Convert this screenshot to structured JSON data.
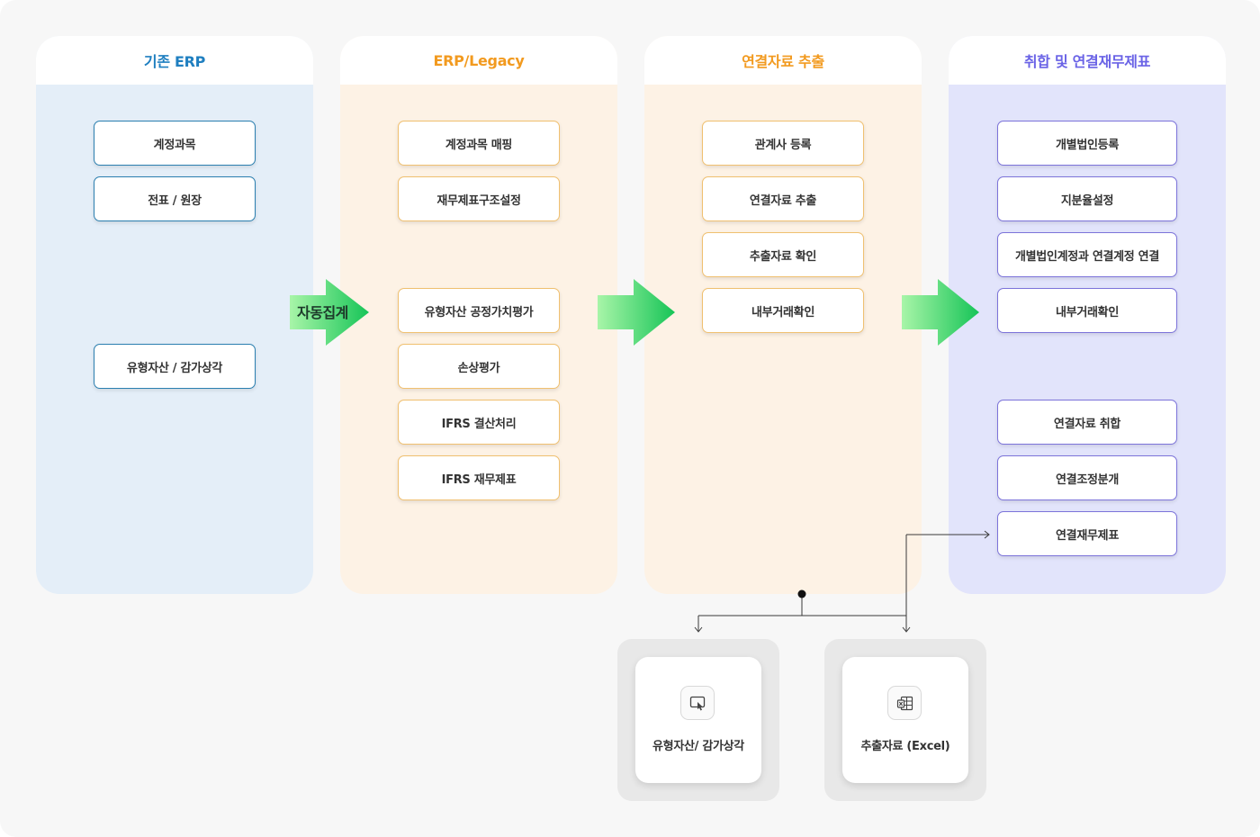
{
  "columns": [
    {
      "title": "기존 ERP",
      "items": [
        "계정과목",
        "전표 / 원장",
        "유형자산 / 감가상각"
      ]
    },
    {
      "title": "ERP/Legacy",
      "items": [
        "계정과목 매핑",
        "재무제표구조설정",
        "유형자산 공정가치평가",
        "손상평가",
        "IFRS 결산처리",
        "IFRS 재무제표"
      ]
    },
    {
      "title": "연결자료 추출",
      "items": [
        "관계사 등록",
        "연결자료 추출",
        "추출자료 확인",
        "내부거래확인"
      ]
    },
    {
      "title": "취합 및 연결재무제표",
      "items": [
        "개별법인등록",
        "지분율설정",
        "개별법인계정과 연결계정 연결",
        "내부거래확인",
        "연결자료 취합",
        "연결조정분개",
        "연결재무제표"
      ]
    }
  ],
  "arrow_label": "자동집계",
  "outputs": [
    {
      "label": "유형자산/ 감가상각",
      "icon": "touch-screen-icon"
    },
    {
      "label": "추출자료 (Excel)",
      "icon": "excel-sheet-icon"
    }
  ],
  "colors": {
    "col1_bg": "#e4eef8",
    "col1_title": "#1f7fc0",
    "col2_bg": "#fdf2e5",
    "col2_title": "#f29a1f",
    "col3_bg": "#fdf2e5",
    "col3_title": "#f29a1f",
    "col4_bg": "#e2e4fb",
    "col4_title": "#6a63e6",
    "arrow_from": "#9ef29e",
    "arrow_to": "#1ccb5a"
  }
}
